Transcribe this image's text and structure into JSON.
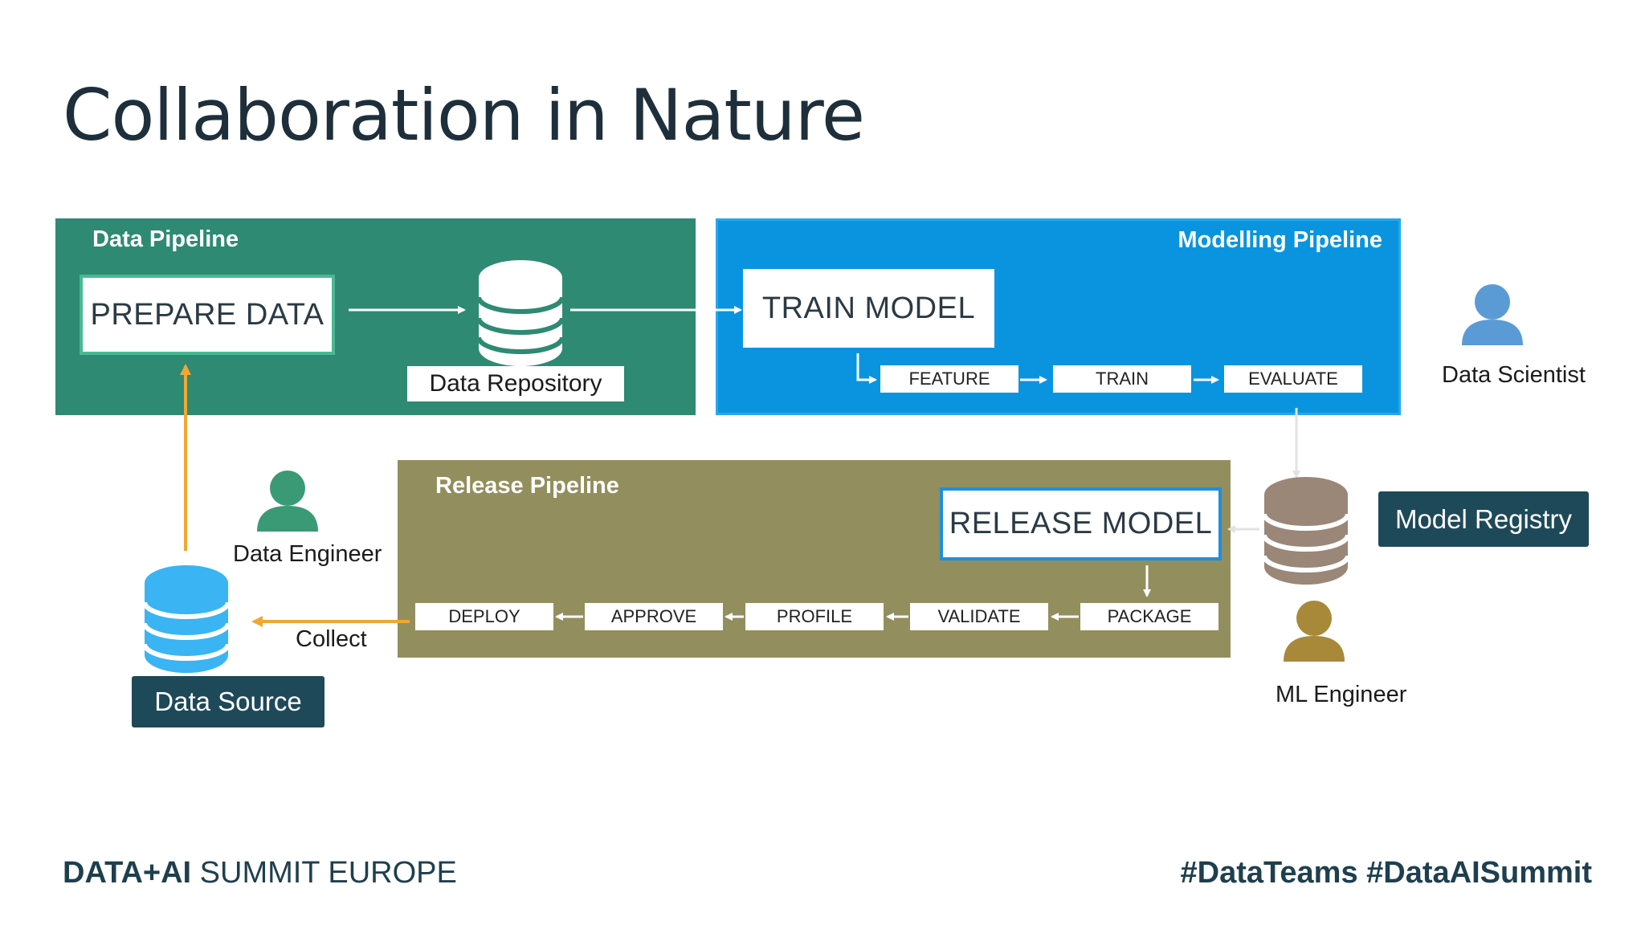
{
  "slide": {
    "title": "Collaboration in Nature"
  },
  "data_pipeline": {
    "title": "Data Pipeline",
    "prepare_data": "PREPARE DATA",
    "data_repository": "Data Repository",
    "color": "#2e8a72"
  },
  "modelling_pipeline": {
    "title": "Modelling Pipeline",
    "train_model": "TRAIN MODEL",
    "steps": [
      "FEATURE",
      "TRAIN",
      "EVALUATE"
    ],
    "color": "#0a94df"
  },
  "release_pipeline": {
    "title": "Release Pipeline",
    "release_model": "RELEASE MODEL",
    "steps": [
      "DEPLOY",
      "APPROVE",
      "PROFILE",
      "VALIDATE",
      "PACKAGE"
    ],
    "color": "#938e5e"
  },
  "roles": {
    "data_scientist": "Data Scientist",
    "data_engineer": "Data Engineer",
    "ml_engineer": "ML Engineer"
  },
  "stores": {
    "model_registry": "Model Registry",
    "data_source": "Data Source",
    "collect": "Collect"
  },
  "footer": {
    "brand_bold": "DATA+AI",
    "brand_rest": " SUMMIT EUROPE",
    "hashtags": "#DataTeams #DataAISummit"
  },
  "icons": {
    "database": "database-icon",
    "person": "person-icon"
  },
  "colors": {
    "dark_navy": "#1e4958",
    "orange_arrow": "#f0a830",
    "data_scientist": "#5b9bd5",
    "data_engineer": "#3a9a75",
    "ml_engineer": "#a8893a"
  }
}
